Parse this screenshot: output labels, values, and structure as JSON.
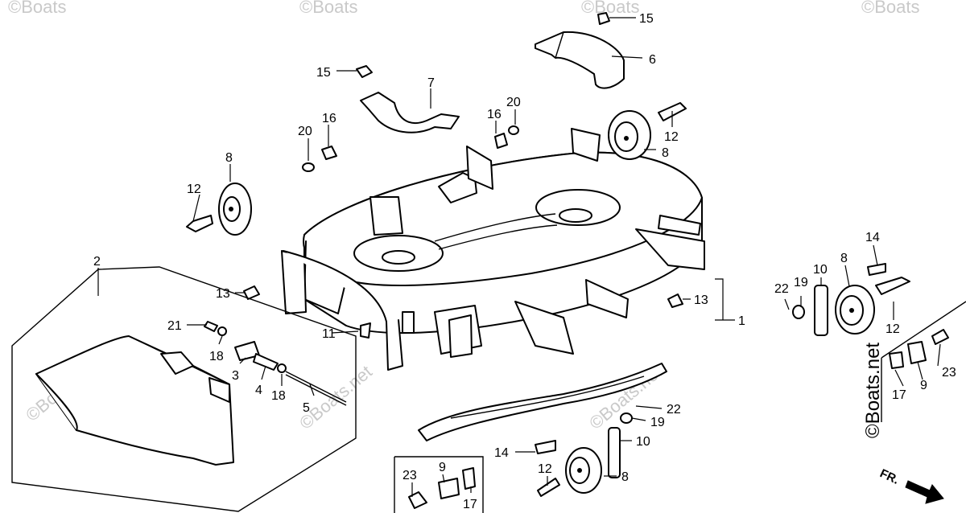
{
  "callouts": [
    {
      "id": "c15a",
      "text": "15"
    },
    {
      "id": "c6",
      "text": "6"
    },
    {
      "id": "c15b",
      "text": "15"
    },
    {
      "id": "c7",
      "text": "7"
    },
    {
      "id": "c20a",
      "text": "20"
    },
    {
      "id": "c16a",
      "text": "16"
    },
    {
      "id": "c16b",
      "text": "16"
    },
    {
      "id": "c20b",
      "text": "20"
    },
    {
      "id": "c12a",
      "text": "12"
    },
    {
      "id": "c8a",
      "text": "8"
    },
    {
      "id": "c8b",
      "text": "8"
    },
    {
      "id": "c12b",
      "text": "12"
    },
    {
      "id": "c2",
      "text": "2"
    },
    {
      "id": "c13a",
      "text": "13"
    },
    {
      "id": "c21",
      "text": "21"
    },
    {
      "id": "c11",
      "text": "11"
    },
    {
      "id": "c18a",
      "text": "18"
    },
    {
      "id": "c3",
      "text": "3"
    },
    {
      "id": "c4",
      "text": "4"
    },
    {
      "id": "c18b",
      "text": "18"
    },
    {
      "id": "c5",
      "text": "5"
    },
    {
      "id": "c13b",
      "text": "13"
    },
    {
      "id": "c1",
      "text": "1"
    },
    {
      "id": "c22a",
      "text": "22"
    },
    {
      "id": "c19a",
      "text": "19"
    },
    {
      "id": "c10a",
      "text": "10"
    },
    {
      "id": "c8c",
      "text": "8"
    },
    {
      "id": "c14a",
      "text": "14"
    },
    {
      "id": "c12c",
      "text": "12"
    },
    {
      "id": "c23a",
      "text": "23"
    },
    {
      "id": "c9a",
      "text": "9"
    },
    {
      "id": "c17a",
      "text": "17"
    },
    {
      "id": "c22b",
      "text": "22"
    },
    {
      "id": "c19b",
      "text": "19"
    },
    {
      "id": "c10b",
      "text": "10"
    },
    {
      "id": "c14b",
      "text": "14"
    },
    {
      "id": "c12d",
      "text": "12"
    },
    {
      "id": "c8d",
      "text": "8"
    },
    {
      "id": "c23b",
      "text": "23"
    },
    {
      "id": "c9b",
      "text": "9"
    },
    {
      "id": "c17b",
      "text": "17"
    }
  ],
  "direction_label": "FR.",
  "watermark": {
    "copyright_text": "©Boats.net",
    "corner_text": "©Boats"
  }
}
